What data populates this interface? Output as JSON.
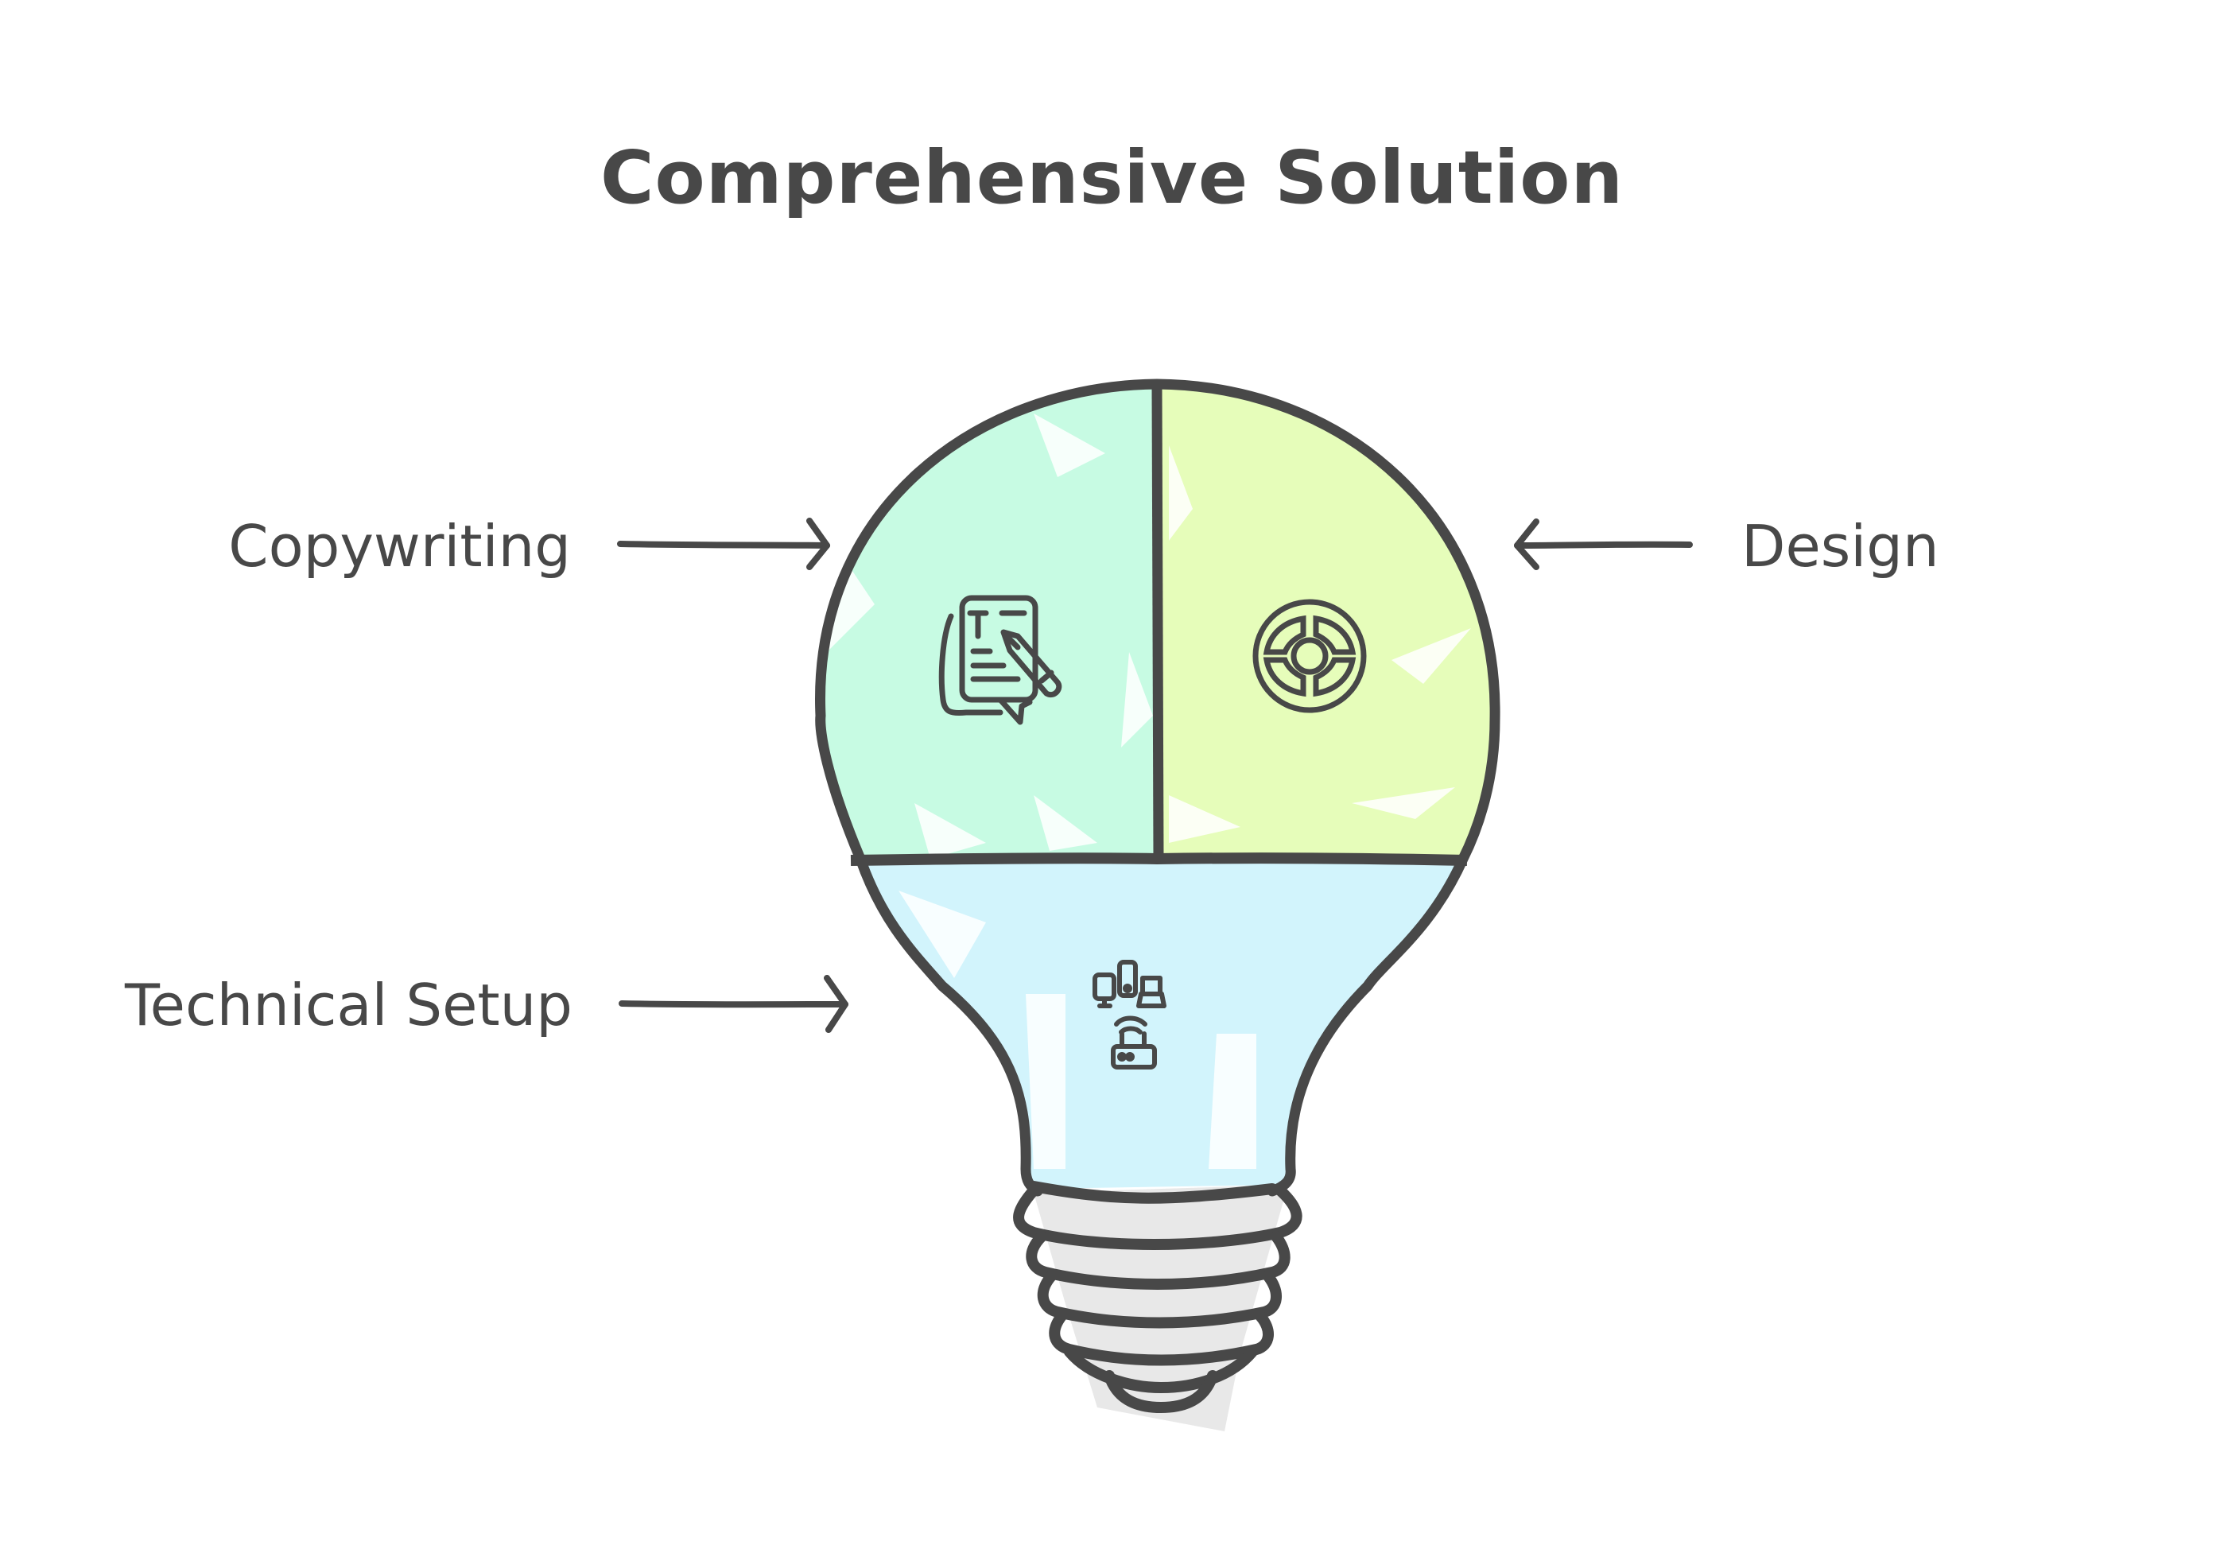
{
  "title": "Comprehensive Solution",
  "sections": [
    {
      "id": "copywriting",
      "label": "Copywriting",
      "icon": "document-pencil-icon",
      "fill": "#c7fbe3",
      "arrow_direction": "right"
    },
    {
      "id": "design",
      "label": "Design",
      "icon": "target-wheel-icon",
      "fill": "#e6fdba",
      "arrow_direction": "left"
    },
    {
      "id": "technical-setup",
      "label": "Technical Setup",
      "icon": "devices-router-icon",
      "fill": "#d2f4fc",
      "arrow_direction": "right"
    }
  ],
  "colors": {
    "stroke": "#484848",
    "base_fill": "#e8e8e8",
    "background": "#ffffff"
  }
}
